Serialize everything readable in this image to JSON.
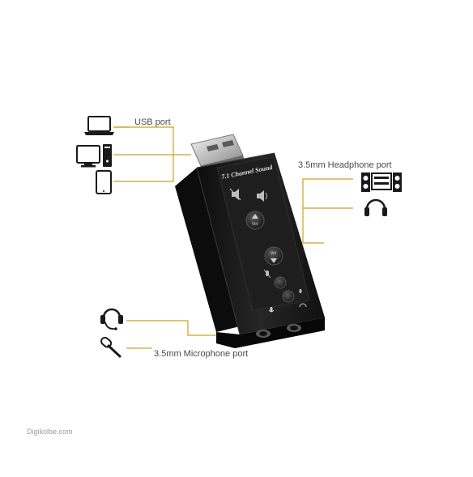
{
  "labels": {
    "usb_port": "USB port",
    "headphone_port": "3.5mm Headphone port",
    "microphone_port": "3.5mm Microphone port",
    "device_print": "7.1 Channel Sound",
    "vol_up": "Vol",
    "vol_down": "Vol",
    "watermark": "Digikolbe.com"
  },
  "icons": {
    "left_devices": [
      "laptop-icon",
      "desktop-pc-icon",
      "tablet-icon"
    ],
    "right_devices": [
      "stereo-speaker-icon",
      "headphones-icon"
    ],
    "bottom_devices": [
      "headset-icon",
      "microphone-icon"
    ]
  },
  "colors": {
    "callout_line": "#c9a227",
    "device_body": "#1a1a1a",
    "label_text": "#4a4a4a"
  }
}
